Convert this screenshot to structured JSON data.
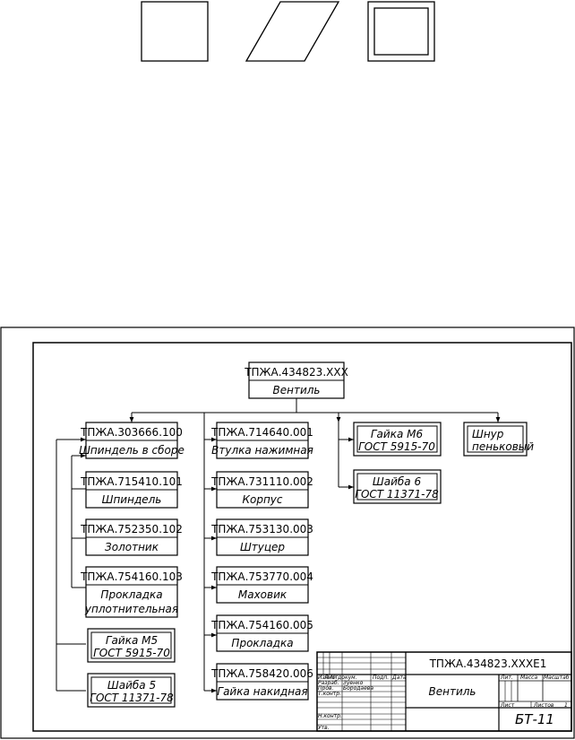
{
  "diagram": {
    "root": {
      "code": "ТПЖА.434823.XXX",
      "name": "Вентиль"
    },
    "col1": [
      {
        "code": "ТПЖА.303666.100",
        "name": "Шпиндель в сборе"
      },
      {
        "code": "ТПЖА.715410.101",
        "name": "Шпиндель"
      },
      {
        "code": "ТПЖА.752350.102",
        "name": "Золотник"
      },
      {
        "code": "ТПЖА.754160.103",
        "name1": "Прокладка",
        "name2": "уплотнительная"
      },
      {
        "line1": "Гайка М5",
        "line2": "ГОСТ 5915-70"
      },
      {
        "line1": "Шайба 5",
        "line2": "ГОСТ 11371-78"
      }
    ],
    "col2": [
      {
        "code": "ТПЖА.714640.001",
        "name": "Втулка нажимная"
      },
      {
        "code": "ТПЖА.731110.002",
        "name": "Корпус"
      },
      {
        "code": "ТПЖА.753130.003",
        "name": "Штуцер"
      },
      {
        "code": "ТПЖА.753770.004",
        "name": "Маховик"
      },
      {
        "code": "ТПЖА.754160.005",
        "name": "Прокладка"
      },
      {
        "code": "ТПЖА.758420.006",
        "name": "Гайка накидная"
      }
    ],
    "col3": [
      {
        "line1": "Гайка М6",
        "line2": "ГОСТ 5915-70"
      },
      {
        "line1": "Шайба 6",
        "line2": "ГОСТ 11371-78"
      }
    ],
    "col4": {
      "line1": "Шнур",
      "line2": "пеньковый"
    }
  },
  "title_block": {
    "doc_code": "ТПЖА.434823.XXXЕ1",
    "doc_name": "Вентиль",
    "sheet_code": "БТ-11",
    "hdr": [
      "Изм",
      "Лист",
      "№ докум.",
      "Подп.",
      "Дата"
    ],
    "roles": [
      "Разраб.",
      "Пров.",
      "Т.контр.",
      "Н.контр.",
      "Утв."
    ],
    "names": [
      "Зуенко",
      "Бородаева"
    ],
    "lit_label": "Лит.",
    "mass_label": "Масса",
    "scale_label": "Масштаб",
    "sheet_label": "Лист",
    "sheets_label": "Листов",
    "sheets_value": "1"
  }
}
